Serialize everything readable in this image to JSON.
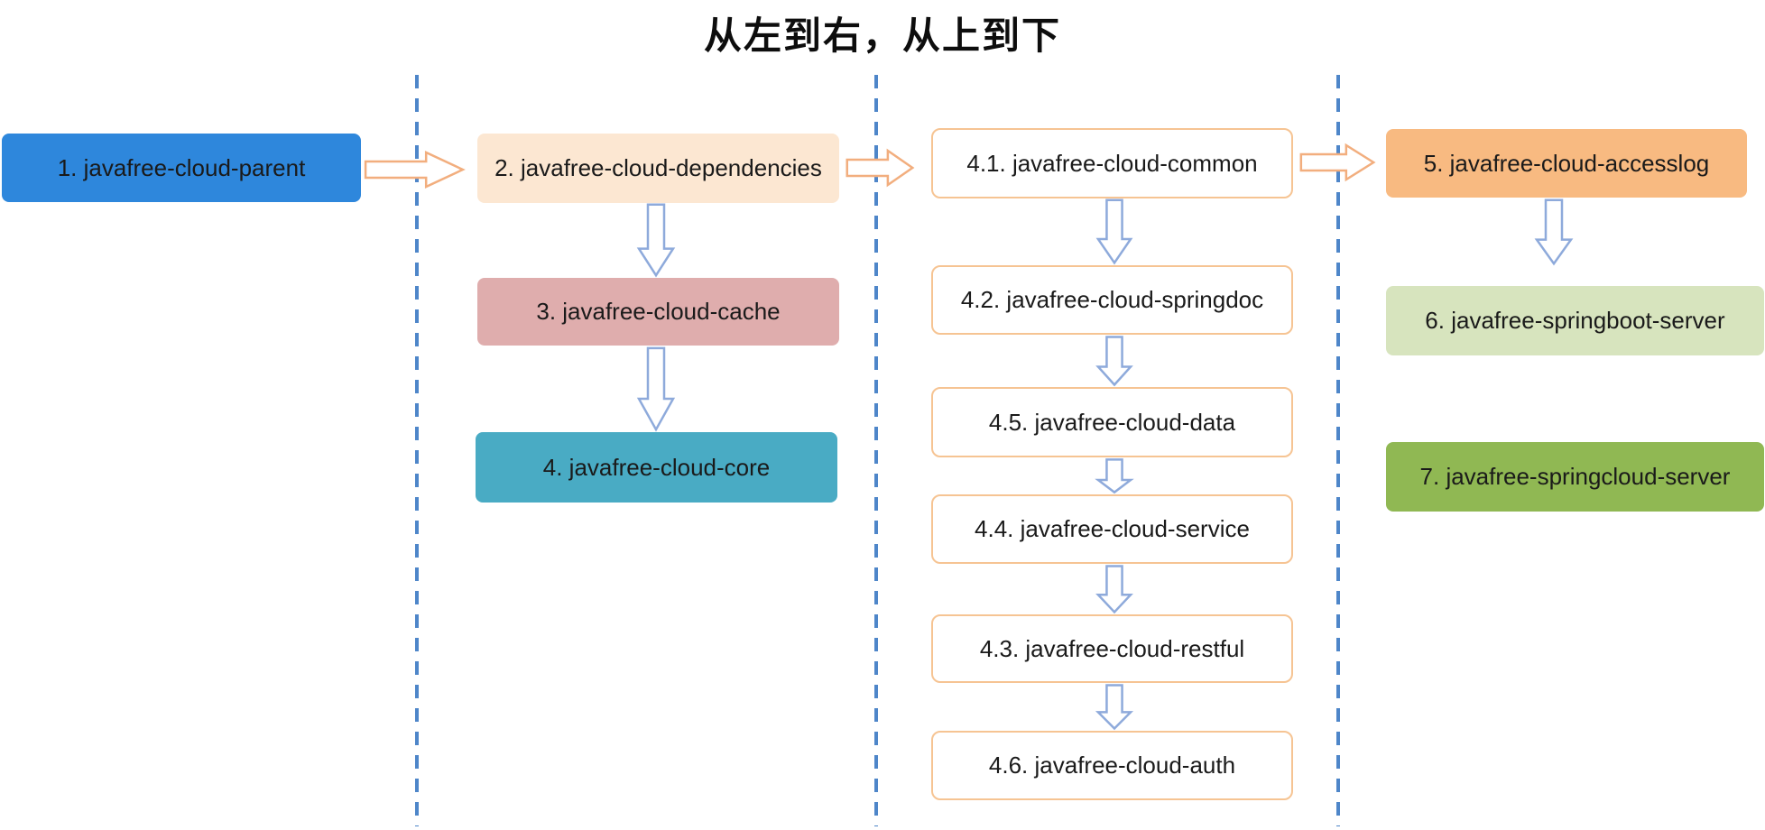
{
  "title": "从左到右，从上到下",
  "nodes": [
    {
      "id": "1",
      "label": "1. javafree-cloud-parent",
      "fill": "#2E87DC",
      "border": "none"
    },
    {
      "id": "2",
      "label": "2. javafree-cloud-dependencies",
      "fill": "#FCE7D2",
      "border": "none"
    },
    {
      "id": "3",
      "label": "3. javafree-cloud-cache",
      "fill": "#DFADAD",
      "border": "none"
    },
    {
      "id": "4",
      "label": "4. javafree-cloud-core",
      "fill": "#49ABC4",
      "border": "none"
    },
    {
      "id": "4.1",
      "label": "4.1. javafree-cloud-common",
      "fill": "#FFFFFF",
      "border": "#F6C493"
    },
    {
      "id": "4.2",
      "label": "4.2. javafree-cloud-springdoc",
      "fill": "#FFFFFF",
      "border": "#F6C493"
    },
    {
      "id": "4.5",
      "label": "4.5. javafree-cloud-data",
      "fill": "#FFFFFF",
      "border": "#F6C493"
    },
    {
      "id": "4.4",
      "label": "4.4. javafree-cloud-service",
      "fill": "#FFFFFF",
      "border": "#F6C493"
    },
    {
      "id": "4.3",
      "label": "4.3. javafree-cloud-restful",
      "fill": "#FFFFFF",
      "border": "#F6C493"
    },
    {
      "id": "4.6",
      "label": "4.6. javafree-cloud-auth",
      "fill": "#FFFFFF",
      "border": "#F6C493"
    },
    {
      "id": "5",
      "label": "5. javafree-cloud-accesslog",
      "fill": "#F8BA81",
      "border": "none"
    },
    {
      "id": "6",
      "label": "6. javafree-springboot-server",
      "fill": "#D7E4BE",
      "border": "none"
    },
    {
      "id": "7",
      "label": "7. javafree-springcloud-server",
      "fill": "#90B853",
      "border": "none"
    }
  ],
  "edges": [
    {
      "from": "1",
      "to": "2",
      "direction": "right"
    },
    {
      "from": "2",
      "to": "3",
      "direction": "down"
    },
    {
      "from": "3",
      "to": "4",
      "direction": "down"
    },
    {
      "from": "2",
      "to": "4.1",
      "direction": "right"
    },
    {
      "from": "4.1",
      "to": "4.2",
      "direction": "down"
    },
    {
      "from": "4.2",
      "to": "4.5",
      "direction": "down"
    },
    {
      "from": "4.5",
      "to": "4.4",
      "direction": "down"
    },
    {
      "from": "4.4",
      "to": "4.3",
      "direction": "down"
    },
    {
      "from": "4.3",
      "to": "4.6",
      "direction": "down"
    },
    {
      "from": "4.1",
      "to": "5",
      "direction": "right"
    },
    {
      "from": "5",
      "to": "6",
      "direction": "down"
    }
  ],
  "colors": {
    "divider_blue": "#4E86C9",
    "horizontal_arrow_orange": "#F2AE7E",
    "vertical_arrow_blue": "#8EAADB",
    "outline_box_border": "#F6C493",
    "node_blue": "#2E87DC",
    "node_peach": "#FCE7D2",
    "node_pink": "#DFADAD",
    "node_teal": "#49ABC4",
    "node_orange": "#F8BA81",
    "node_light_green": "#D7E4BE",
    "node_green": "#90B853",
    "text": "#1A1A1A"
  }
}
